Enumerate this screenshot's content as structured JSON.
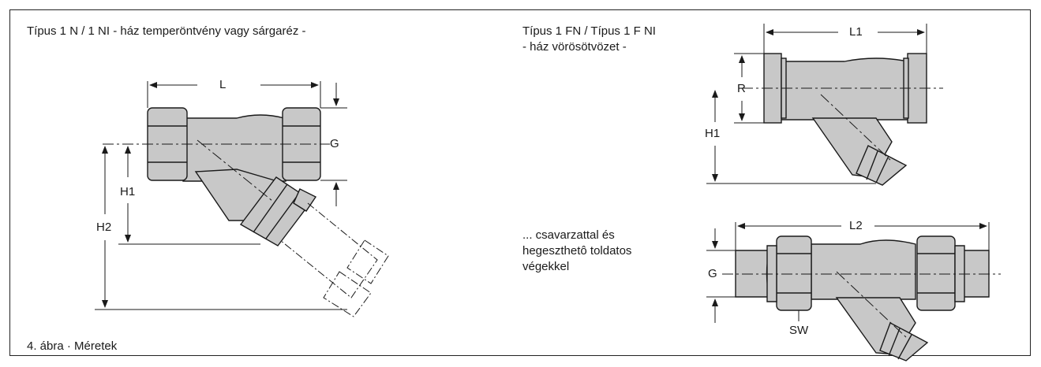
{
  "captions": {
    "left_title": "Típus 1 N / 1 NI - ház temperöntvény vagy sárgaréz -",
    "right_title_line1": "Típus 1 FN / Típus 1 F NI",
    "right_title_line2": "- ház vörösötvözet -",
    "variant_line1": "... csavarzattal és",
    "variant_line2": "hegeszthetô toldatos",
    "variant_line3": "végekkel",
    "figure_caption": "4. ábra · Méretek"
  },
  "dimensions": {
    "L": "L",
    "G": "G",
    "H1": "H1",
    "H2": "H2",
    "L1": "L1",
    "R": "R",
    "H1_right": "H1",
    "L2": "L2",
    "G_right": "G",
    "SW": "SW"
  },
  "colors": {
    "body_fill": "#c8c8c8",
    "line": "#1a1a1a"
  }
}
